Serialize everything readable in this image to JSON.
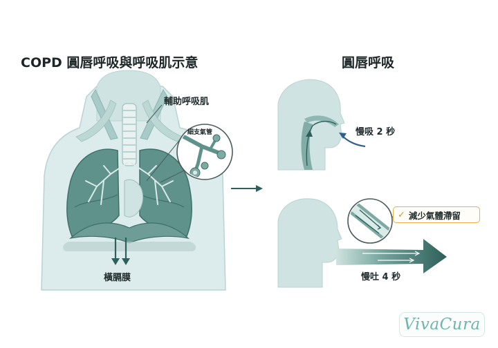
{
  "left_panel": {
    "title": "COPD 圓唇呼吸與呼吸肌示意",
    "labels": {
      "accessory_muscles": "輔助呼吸肌",
      "bronchioles": "細支氣管",
      "diaphragm": "橫膈膜"
    }
  },
  "right_panel": {
    "title": "圓唇呼吸",
    "inhale_label": "慢吸 2 秒",
    "exhale_label": "慢吐 4 秒",
    "callout": "減少氣體滯留",
    "callout_icon": "check-icon"
  },
  "logo": {
    "text": "VivaCura"
  },
  "colors": {
    "body_fill": "#dcebec",
    "lung_fill": "#5e928b",
    "lung_dark": "#3f6f69",
    "arrow": "#2f5f5a",
    "badge_border": "#e8b24a"
  }
}
